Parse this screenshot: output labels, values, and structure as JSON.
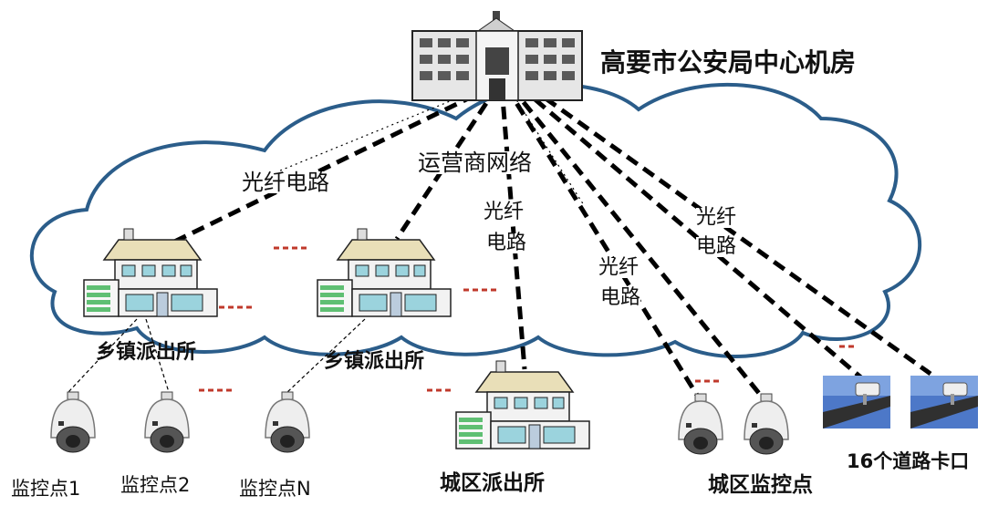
{
  "labels": {
    "center": "高要市公安局中心机房",
    "cloud": "运营商网络",
    "fiber_left": "光纤电路",
    "fiber_mid_1": "光纤",
    "fiber_mid_2": "电路",
    "fiber_r1_1": "光纤",
    "fiber_r1_2": "电路",
    "fiber_r2_1": "光纤",
    "fiber_r2_2": "电路",
    "township_1": "乡镇派出所",
    "township_2": "乡镇派出所",
    "city_station": "城区派出所",
    "city_cams": "城区监控点",
    "road": "16个道路卡口",
    "cam_1": "监控点1",
    "cam_2": "监控点2",
    "cam_n": "监控点N"
  },
  "colors": {
    "cloud_stroke": "#2b5d8a",
    "fiber_line": "#000000",
    "ellipsis_red": "#c0392b",
    "roof": "#e9dfb8",
    "window_cyan": "#9bd3dd",
    "garage_green": "#5fbf73"
  },
  "icons": [
    "building-icon",
    "house-icon",
    "dome-camera-icon",
    "road-camera-icon"
  ]
}
